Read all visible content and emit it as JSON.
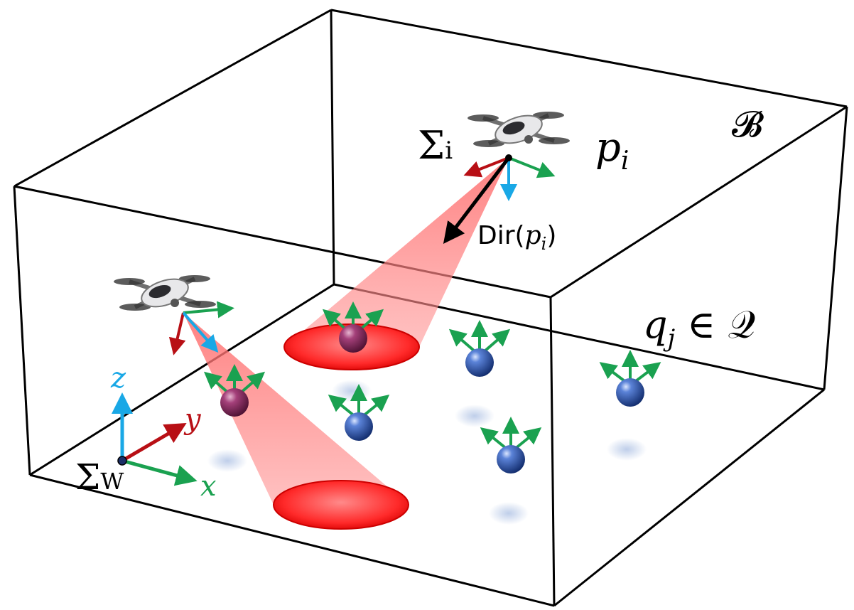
{
  "labels": {
    "bounds": "𝓑",
    "drone_frame": "Σ",
    "drone_frame_sub": "i",
    "drone_pos": "p",
    "drone_pos_sub": "i",
    "dir_prefix": "Dir(",
    "dir_var": "p",
    "dir_sub": "i",
    "dir_suffix": ")",
    "target": "q",
    "target_sub": "j",
    "target_rel": "∈ 𝒬",
    "world_frame": "Σ",
    "world_frame_sub": "W",
    "axis_x": "x",
    "axis_y": "y",
    "axis_z": "z"
  },
  "colors": {
    "axis_x": "#1aa150",
    "axis_y": "#b80f15",
    "axis_z": "#19a8e6",
    "cone": "#ff4a4a",
    "target_sphere": "#2a56b0",
    "box_edge": "#000000"
  },
  "icons": [
    "drone-icon",
    "sphere-icon",
    "cone-icon"
  ]
}
